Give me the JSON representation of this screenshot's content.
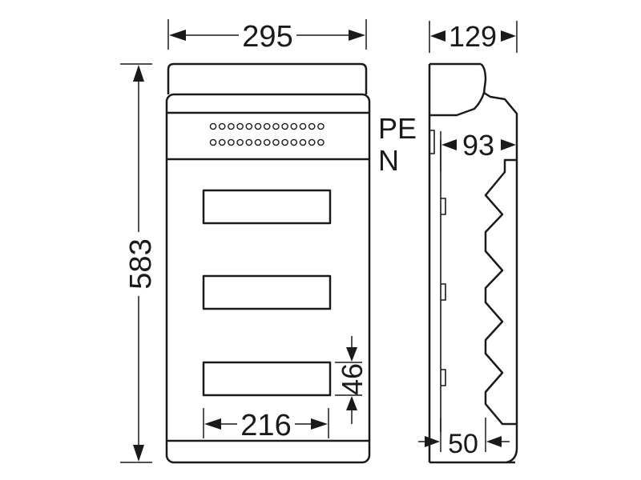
{
  "dimensions": {
    "overall_width": "295",
    "depth": "129",
    "overall_height": "583",
    "inner_depth": "93",
    "rail_width": "216",
    "slot_height": "46",
    "base_offset": "50"
  },
  "terminal_labels": {
    "pe": "PE",
    "n": "N"
  },
  "colors": {
    "line": "#1a1a1a",
    "background": "#ffffff"
  }
}
